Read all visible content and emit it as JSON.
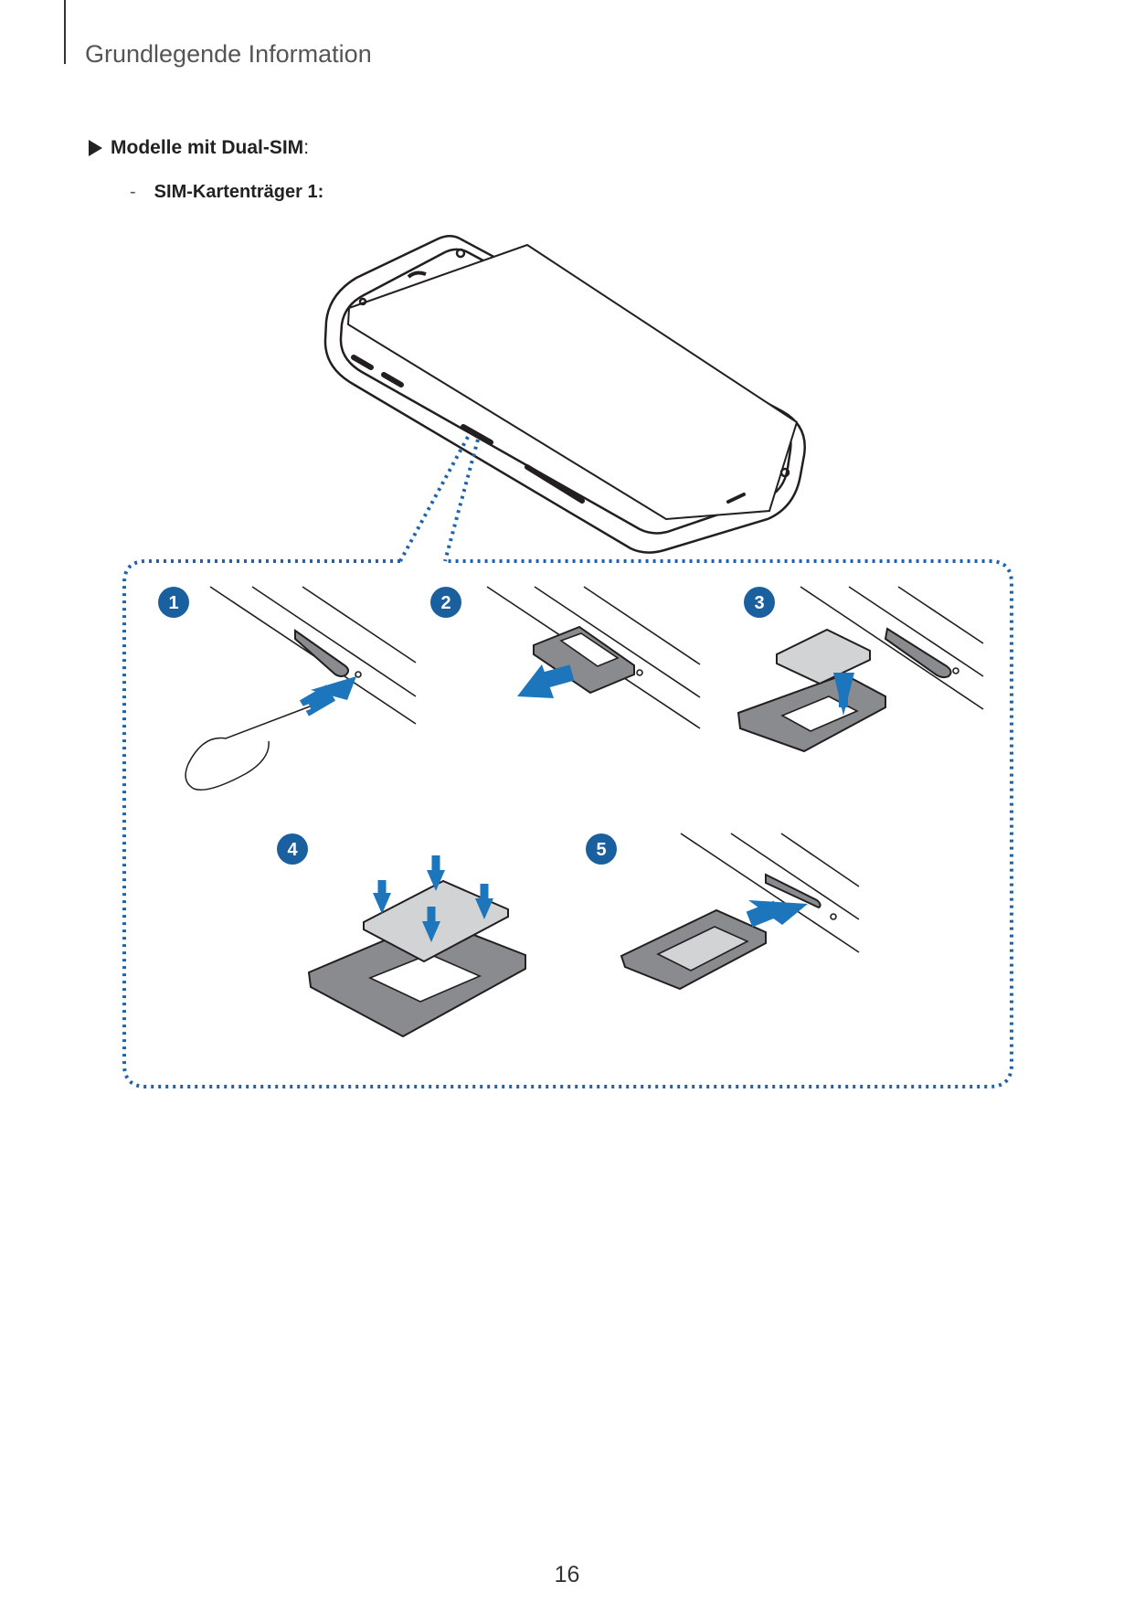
{
  "header": {
    "section_title": "Grundlegende Information"
  },
  "content": {
    "bullet_label": "Modelle mit Dual-SIM",
    "bullet_suffix": ":",
    "sub_dash": "-",
    "sub_label": "SIM-Kartenträger 1:"
  },
  "steps": [
    "1",
    "2",
    "3",
    "4",
    "5"
  ],
  "colors": {
    "step_badge": "#1a5f9e",
    "arrow": "#1d75bb",
    "dotted_outline": "#1d64ad",
    "tray_fill": "#8a8b8e",
    "sim_fill": "#d2d3d5",
    "line": "#231f20"
  },
  "footer": {
    "page_number": "16"
  }
}
